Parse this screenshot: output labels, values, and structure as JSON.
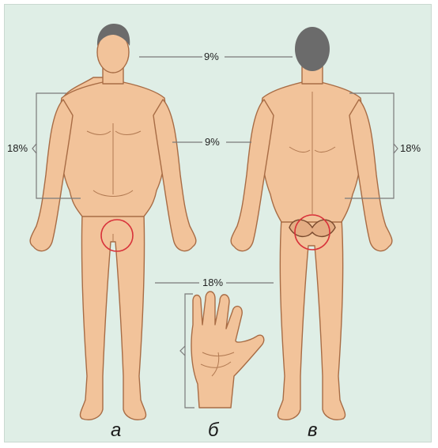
{
  "labels": {
    "head": "9%",
    "chest": "9%",
    "arm_front": "18%",
    "back": "18%",
    "legs": "18%"
  },
  "captions": {
    "front": "а",
    "palm": "б",
    "back": "в"
  },
  "colors": {
    "background": "#dfeee6",
    "skin": "#f2c39a",
    "outline": "#a86c45",
    "hair": "#6b6b6b",
    "ring": "#d8323a"
  }
}
